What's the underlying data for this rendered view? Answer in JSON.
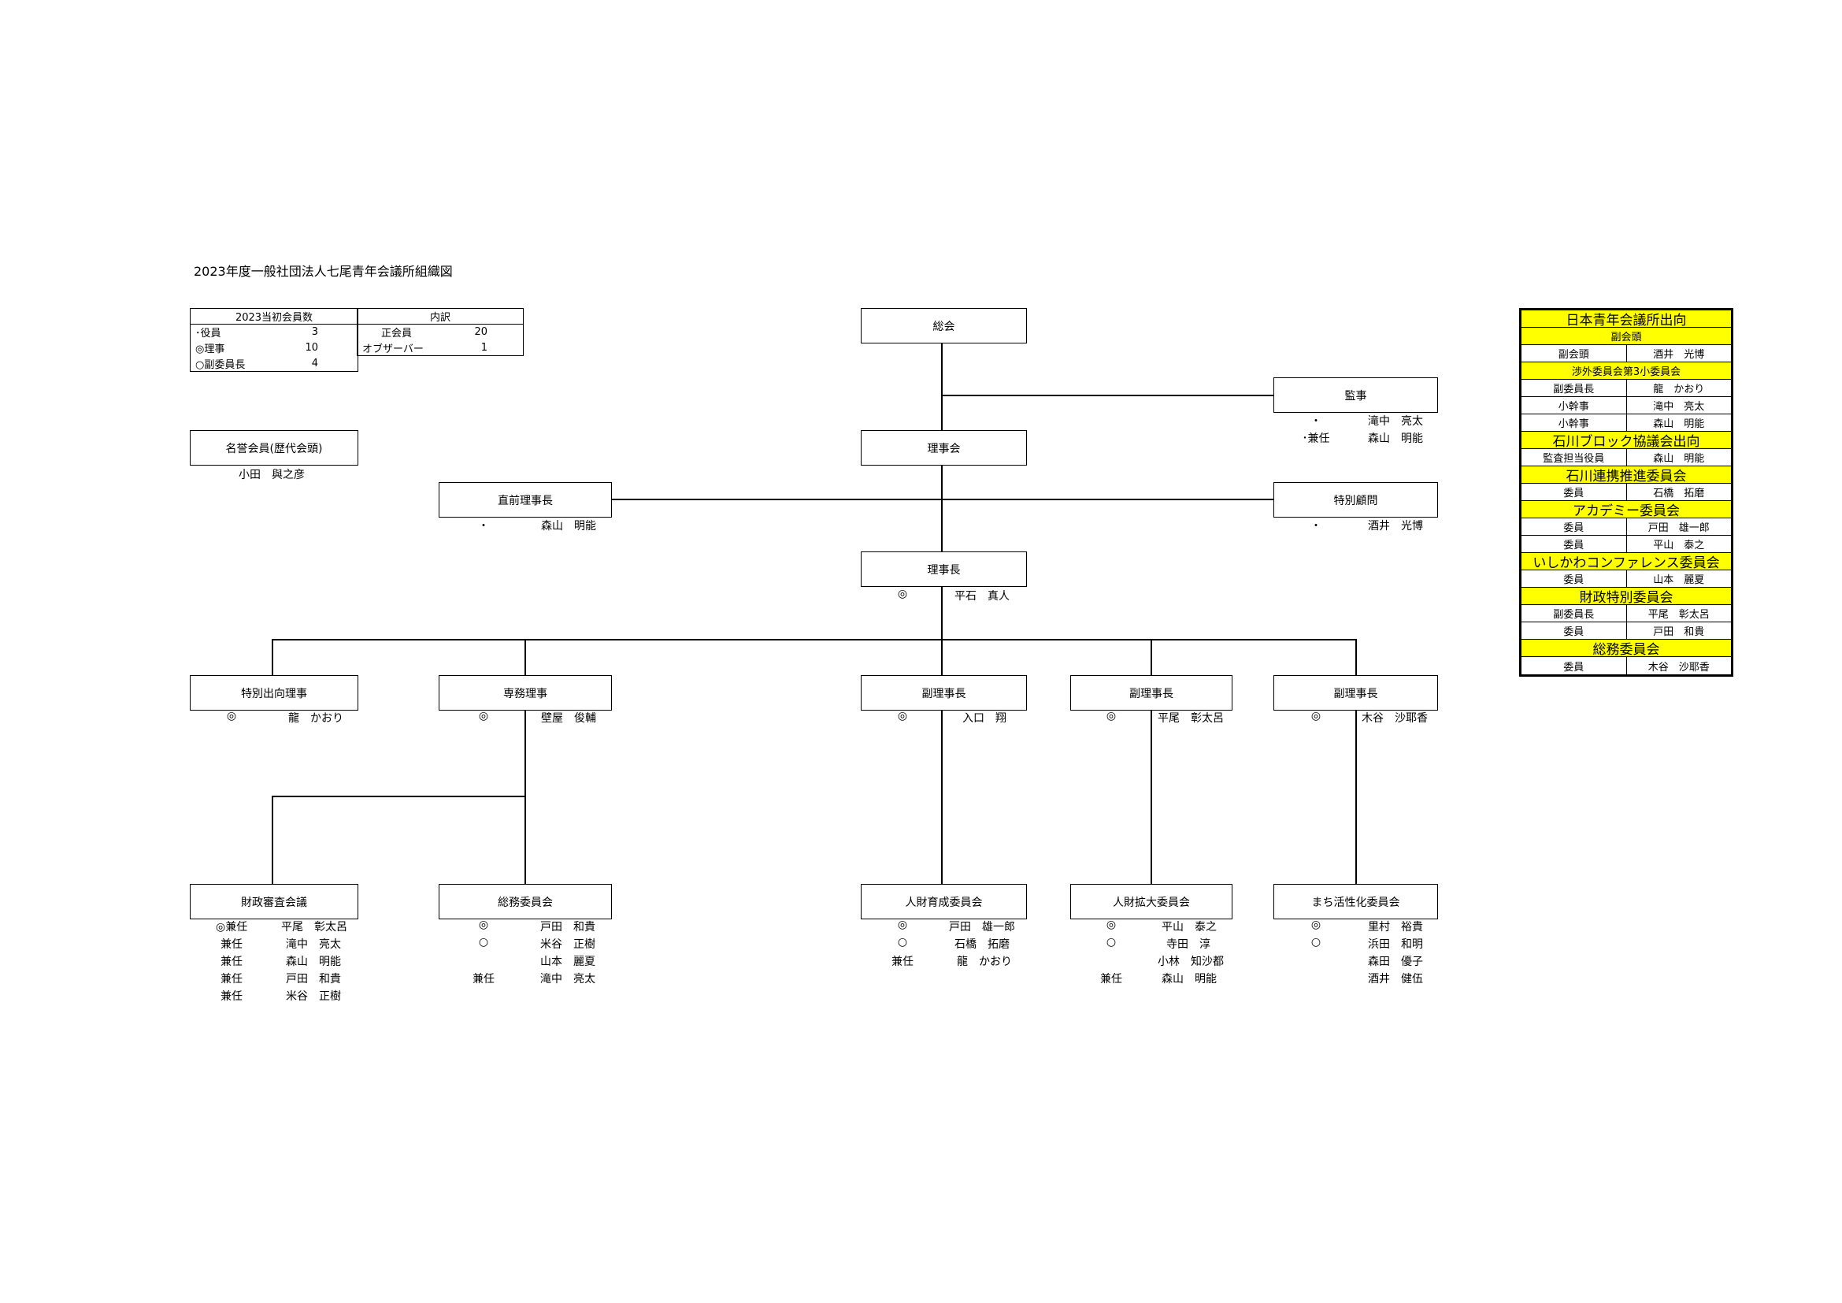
{
  "title": "2023年度一般社団法人七尾青年会議所組織図",
  "stats": {
    "header_left": "2023当初会員数",
    "header_right": "内訳",
    "rows": [
      {
        "label": "･役員",
        "value": "3",
        "label2": "正会員",
        "value2": "20"
      },
      {
        "label": "◎理事",
        "value": "10",
        "label2": "オブザーバー",
        "value2": "1"
      },
      {
        "label": "○副委員長",
        "value": "4",
        "label2": "",
        "value2": ""
      }
    ]
  },
  "honorary": {
    "label": "名誉会員(歴代会頭)",
    "member": "小田　與之彦"
  },
  "boxes": {
    "soukai": "総会",
    "kanji": "監事",
    "rijikai": "理事会",
    "chokuzen": "直前理事長",
    "tokubetsu_komon": "特別顧問",
    "rijicho": "理事長",
    "tokubetsu_shukko": "特別出向理事",
    "senmu": "専務理事",
    "fuku1": "副理事長",
    "fuku2": "副理事長",
    "fuku3": "副理事長",
    "zaisei": "財政審査会議",
    "somu": "総務委員会",
    "jinzai_ikusei": "人財育成委員会",
    "jinzai_kakudai": "人財拡大委員会",
    "machi": "まち活性化委員会"
  },
  "members": {
    "kanji": [
      {
        "mark": "・",
        "name": "滝中　亮太"
      },
      {
        "mark": "･兼任",
        "name": "森山　明能"
      }
    ],
    "chokuzen": {
      "mark": "・",
      "name": "森山　明能"
    },
    "tokubetsu_komon": {
      "mark": "・",
      "name": "酒井　光博"
    },
    "rijicho": {
      "mark": "◎",
      "name": "平石　真人"
    },
    "tokubetsu_shukko": {
      "mark": "◎",
      "name": "龍　かおり"
    },
    "senmu": {
      "mark": "◎",
      "name": "壁屋　俊輔"
    },
    "fuku1": {
      "mark": "◎",
      "name": "入口　翔"
    },
    "fuku2": {
      "mark": "◎",
      "name": "平尾　彰太呂"
    },
    "fuku3": {
      "mark": "◎",
      "name": "木谷　沙耶香"
    },
    "zaisei": [
      {
        "mark": "◎兼任",
        "name": "平尾　彰太呂"
      },
      {
        "mark": "兼任",
        "name": "滝中　亮太"
      },
      {
        "mark": "兼任",
        "name": "森山　明能"
      },
      {
        "mark": "兼任",
        "name": "戸田　和貴"
      },
      {
        "mark": "兼任",
        "name": "米谷　正樹"
      }
    ],
    "somu": [
      {
        "mark": "◎",
        "name": "戸田　和貴"
      },
      {
        "mark": "○",
        "name": "米谷　正樹"
      },
      {
        "mark": "",
        "name": "山本　麗夏"
      },
      {
        "mark": "兼任",
        "name": "滝中　亮太"
      }
    ],
    "jinzai_ikusei": [
      {
        "mark": "◎",
        "name": "戸田　雄一郎"
      },
      {
        "mark": "○",
        "name": "石橋　拓磨"
      },
      {
        "mark": "兼任",
        "name": "龍　かおり"
      }
    ],
    "jinzai_kakudai": [
      {
        "mark": "◎",
        "name": "平山　泰之"
      },
      {
        "mark": "○",
        "name": "寺田　淳"
      },
      {
        "mark": "",
        "name": "小林　知沙都"
      },
      {
        "mark": "兼任",
        "name": "森山　明能"
      }
    ],
    "machi": [
      {
        "mark": "◎",
        "name": "里村　裕貴"
      },
      {
        "mark": "○",
        "name": "浜田　和明"
      },
      {
        "mark": "",
        "name": "森田　優子"
      },
      {
        "mark": "",
        "name": "酒井　健伍"
      }
    ]
  },
  "right_table": [
    {
      "type": "head",
      "text": "日本青年会議所出向"
    },
    {
      "type": "sub",
      "text": "副会頭"
    },
    {
      "type": "row",
      "role": "副会頭",
      "name": "酒井　光博"
    },
    {
      "type": "sub",
      "text": "渉外委員会第3小委員会"
    },
    {
      "type": "row",
      "role": "副委員長",
      "name": "龍　かおり"
    },
    {
      "type": "row",
      "role": "小幹事",
      "name": "滝中　亮太"
    },
    {
      "type": "row",
      "role": "小幹事",
      "name": "森山　明能"
    },
    {
      "type": "head",
      "text": "石川ブロック協議会出向"
    },
    {
      "type": "row",
      "role": "監査担当役員",
      "name": "森山　明能"
    },
    {
      "type": "head",
      "text": "石川連携推進委員会"
    },
    {
      "type": "row",
      "role": "委員",
      "name": "石橋　拓磨"
    },
    {
      "type": "head",
      "text": "アカデミー委員会"
    },
    {
      "type": "row",
      "role": "委員",
      "name": "戸田　雄一郎"
    },
    {
      "type": "row",
      "role": "委員",
      "name": "平山　泰之"
    },
    {
      "type": "head",
      "text": "いしかわコンファレンス委員会"
    },
    {
      "type": "row",
      "role": "委員",
      "name": "山本　麗夏"
    },
    {
      "type": "head",
      "text": "財政特別委員会"
    },
    {
      "type": "row",
      "role": "副委員長",
      "name": "平尾　彰太呂"
    },
    {
      "type": "row",
      "role": "委員",
      "name": "戸田　和貴"
    },
    {
      "type": "head",
      "text": "総務委員会"
    },
    {
      "type": "row",
      "role": "委員",
      "name": "木谷　沙耶香"
    }
  ],
  "colors": {
    "highlight": "#ffff00",
    "line": "#000000"
  }
}
